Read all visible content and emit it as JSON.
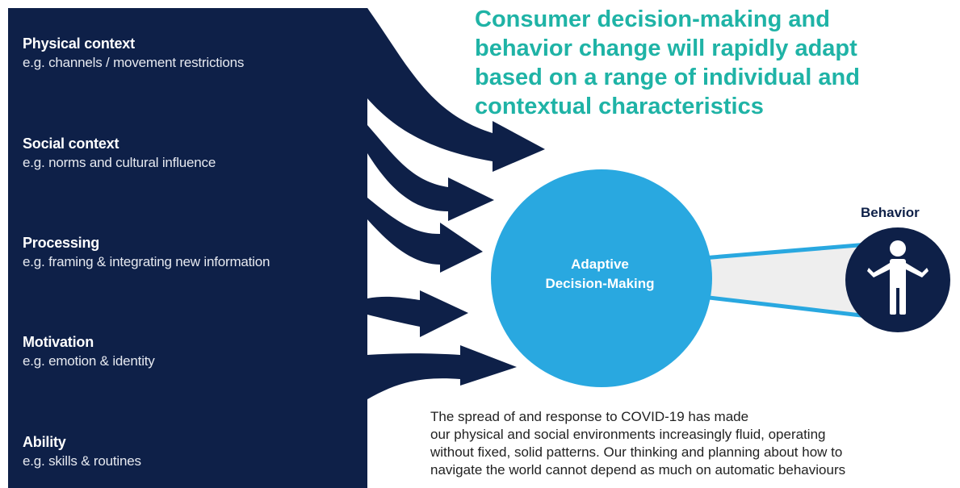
{
  "headline": "Consumer decision-making and\nbehavior change will rapidly adapt\nbased on a range of individual and\ncontextual characteristics",
  "factors": [
    {
      "title": "Physical context",
      "example": "e.g. channels / movement restrictions"
    },
    {
      "title": "Social context",
      "example": "e.g. norms and cultural influence"
    },
    {
      "title": "Processing",
      "example": "e.g. framing & integrating new information"
    },
    {
      "title": "Motivation",
      "example": "e.g. emotion & identity"
    },
    {
      "title": "Ability",
      "example": "e.g. skills & routines"
    }
  ],
  "center": {
    "label": "Adaptive\nDecision-Making"
  },
  "behavior": {
    "label": "Behavior",
    "icon": "person-shrug-icon"
  },
  "body_text": "The spread of and response to COVID-19 has made\nour physical and social environments increasingly fluid, operating\nwithout fixed, solid patterns. Our thinking and planning about how to\nnavigate the world cannot depend as much on automatic behaviours",
  "colors": {
    "navy": "#0e2048",
    "teal": "#1fb3a6",
    "circle_blue": "#29a8e0",
    "beam_fill": "#eeeeee",
    "beam_stroke": "#29a8e0"
  }
}
